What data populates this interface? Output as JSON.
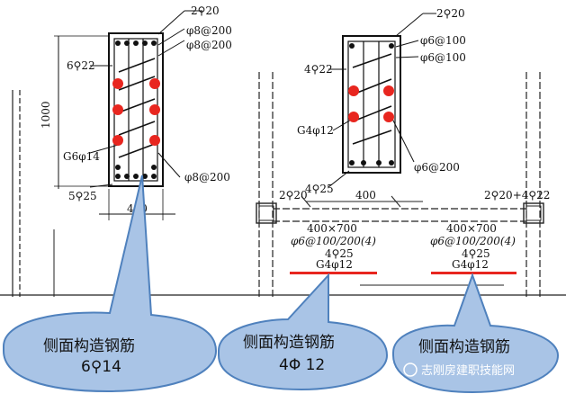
{
  "colors": {
    "callout_fill": "#a9c4e6",
    "callout_stroke": "#4f81bd",
    "rebar_red": "#e8261f",
    "underline_red": "#e8261f",
    "ink": "#111111"
  },
  "left_section": {
    "top_bar": "2⚲20",
    "stirrup1": "φ8@200",
    "stirrup2": "φ8@200",
    "side_bars": "6⚲22",
    "height_dim": "1000",
    "side_label": "G6φ14",
    "bottom_bars": "5⚲25",
    "stirrup3": "φ8@200",
    "width_dim": "400"
  },
  "right_section": {
    "top_bar": "2⚲20",
    "stirrup1": "φ6@100",
    "stirrup2": "φ6@100",
    "side_bars": "4⚲22",
    "side_label": "G4φ12",
    "stirrup3": "φ6@200",
    "bottom_bars": "4⚲25"
  },
  "plan": {
    "left_corner": "2⚲20",
    "dim_400": "400",
    "right_corner": "2⚲20+4⚲22",
    "beam1": {
      "size": "400×700",
      "stirrup": "φ6@100/200(4)",
      "bottom": "4⚲25",
      "side": "G4φ12"
    },
    "beam2": {
      "size": "400×700",
      "stirrup": "φ6@100/200(4)",
      "bottom": "4⚲25",
      "side": "G4φ12"
    }
  },
  "callouts": [
    {
      "title": "侧面构造钢筋",
      "value": "6⚲14"
    },
    {
      "title": "侧面构造钢筋",
      "value": "4Φ 12"
    },
    {
      "title": "侧面构造钢筋",
      "value": ""
    }
  ],
  "watermark": "志刚房建职技能网"
}
